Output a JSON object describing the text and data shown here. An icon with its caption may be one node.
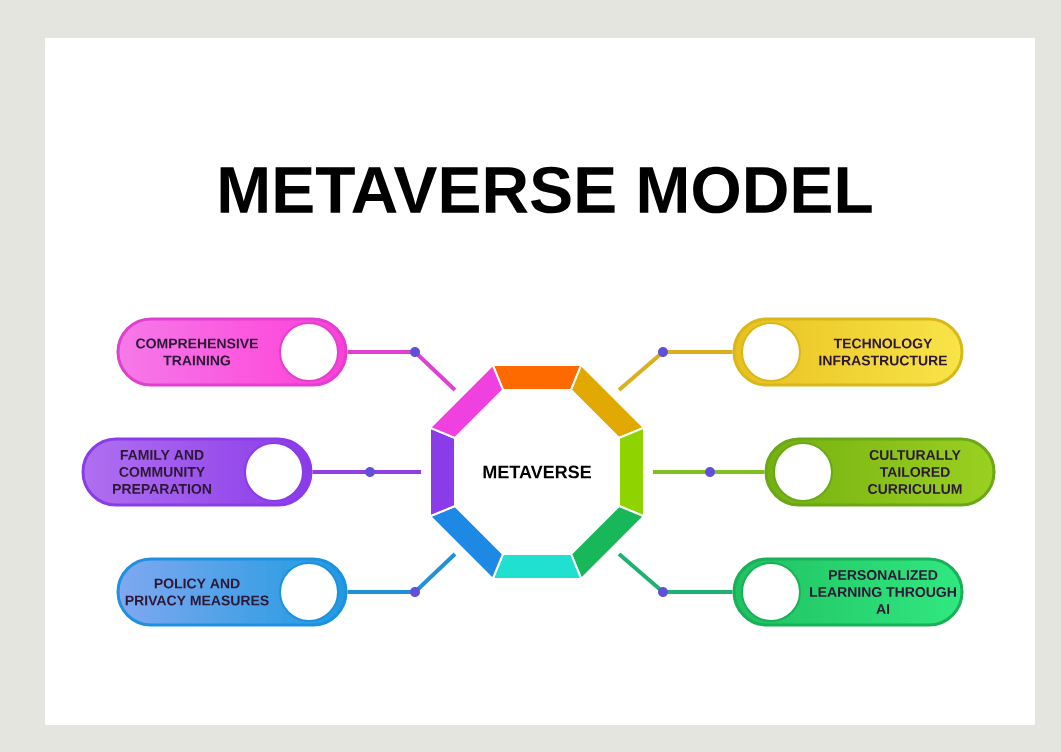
{
  "diagram": {
    "title": "METAVERSE MODEL",
    "nodes": [
      {
        "text": [
          "METAVERSE"
        ]
      },
      {
        "text": [
          "COMPREHENSIVE TRAINING"
        ]
      },
      {
        "text": [
          "TECHNOLOGY INFRASTRUCTURE"
        ]
      },
      {
        "text": [
          "FAMILY AND COMMUNITY PREPARATION"
        ]
      },
      {
        "text": [
          "CULTURALLY TAILORED CURRICULUM"
        ]
      },
      {
        "text": [
          "POLICY AND PRIVACY MEASURES"
        ]
      },
      {
        "text": [
          "PERSONALIZED LEARNING THROUGH AI"
        ]
      }
    ],
    "edges": [
      {
        "from": 0,
        "to": 1,
        "arrow": "none",
        "color": "#e040d0"
      },
      {
        "from": 0,
        "to": 2,
        "arrow": "none",
        "color": "#d8b020"
      },
      {
        "from": 0,
        "to": 3,
        "arrow": "none",
        "color": "#9040e0"
      },
      {
        "from": 0,
        "to": 4,
        "arrow": "none",
        "color": "#80c020"
      },
      {
        "from": 0,
        "to": 5,
        "arrow": "none",
        "color": "#2090d8"
      },
      {
        "from": 0,
        "to": 6,
        "arrow": "none",
        "color": "#20b070"
      }
    ]
  }
}
